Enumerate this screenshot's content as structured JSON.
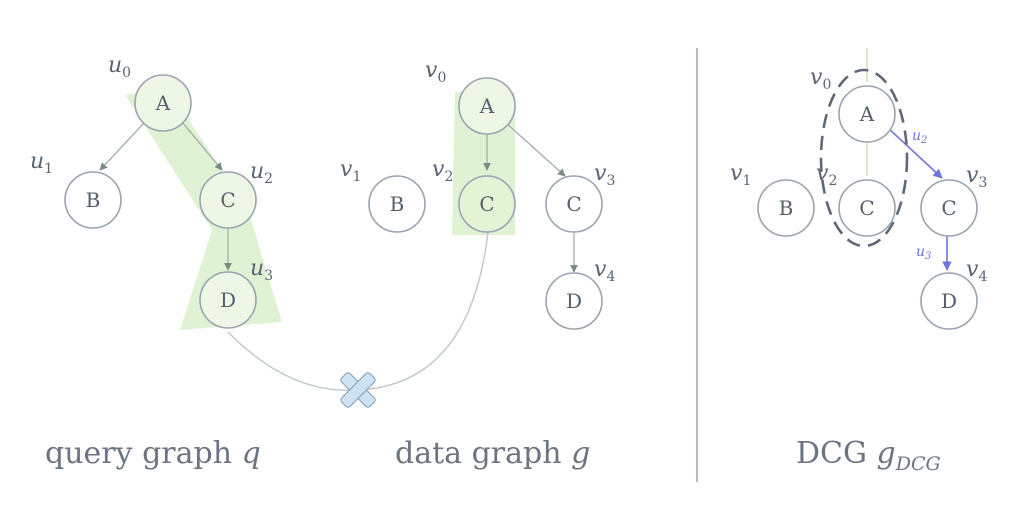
{
  "captions": {
    "query_text": "query graph ",
    "query_var": "q",
    "data_text": "data graph ",
    "data_var": "g",
    "dcg_text": "DCG ",
    "dcg_var": "g",
    "dcg_sub": "DCG"
  },
  "query_graph": {
    "nodes": [
      {
        "id": "u0",
        "label": "A",
        "name": "u",
        "sub": "0"
      },
      {
        "id": "u1",
        "label": "B",
        "name": "u",
        "sub": "1"
      },
      {
        "id": "u2",
        "label": "C",
        "name": "u",
        "sub": "2"
      },
      {
        "id": "u3",
        "label": "D",
        "name": "u",
        "sub": "3"
      }
    ],
    "edges": [
      [
        "u0",
        "u1"
      ],
      [
        "u0",
        "u2"
      ],
      [
        "u2",
        "u3"
      ]
    ]
  },
  "data_graph": {
    "nodes": [
      {
        "id": "v0",
        "label": "A",
        "name": "v",
        "sub": "0"
      },
      {
        "id": "v1",
        "label": "B",
        "name": "v",
        "sub": "1"
      },
      {
        "id": "v2",
        "label": "C",
        "name": "v",
        "sub": "2"
      },
      {
        "id": "v3",
        "label": "C",
        "name": "v",
        "sub": "3"
      },
      {
        "id": "v4",
        "label": "D",
        "name": "v",
        "sub": "4"
      }
    ],
    "edges": [
      [
        "v0",
        "v2"
      ],
      [
        "v0",
        "v3"
      ],
      [
        "v3",
        "v4"
      ]
    ]
  },
  "dcg": {
    "nodes": [
      {
        "id": "v0",
        "label": "A",
        "name": "v",
        "sub": "0"
      },
      {
        "id": "v1",
        "label": "B",
        "name": "v",
        "sub": "1"
      },
      {
        "id": "v2",
        "label": "C",
        "name": "v",
        "sub": "2"
      },
      {
        "id": "v3",
        "label": "C",
        "name": "v",
        "sub": "3"
      },
      {
        "id": "v4",
        "label": "D",
        "name": "v",
        "sub": "4"
      }
    ],
    "edge_labels": [
      {
        "name": "u",
        "sub": "2"
      },
      {
        "name": "u",
        "sub": "3"
      }
    ]
  },
  "colors": {
    "highlight_green": "#c9e9b8",
    "node_fill_green": "#e3f3d3",
    "dcg_blue": "#6f74d8",
    "cross_blue": "#cfe2f3"
  }
}
